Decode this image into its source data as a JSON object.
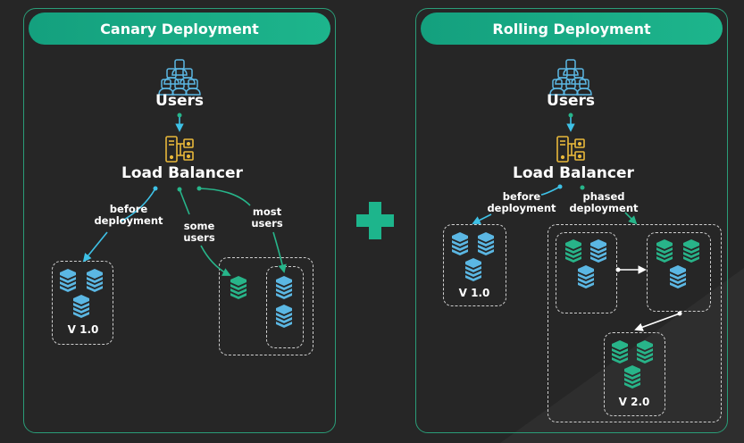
{
  "panels": [
    {
      "title": "Canary Deployment",
      "users_label": "Users",
      "lb_label": "Load Balancer",
      "edge_before": "before\ndeployment",
      "edge_some": "some\nusers",
      "edge_most": "most\nusers",
      "version": "V 1.0"
    },
    {
      "title": "Rolling Deployment",
      "users_label": "Users",
      "lb_label": "Load Balancer",
      "edge_before": "before\ndeployment",
      "edge_phased": "phased\ndeployment",
      "version_old": "V 1.0",
      "version_new": "V 2.0"
    }
  ],
  "icons": [
    "users-icon",
    "load-balancer-icon",
    "server-stack-icon",
    "plus-icon"
  ],
  "colors": {
    "background": "#262626",
    "accent": "#1db58c",
    "server_old": "#5bb7e3",
    "server_new": "#28b489",
    "load_balancer": "#e8b83a",
    "arrow_blue": "#3ec1e6",
    "arrow_green": "#27b58a"
  }
}
